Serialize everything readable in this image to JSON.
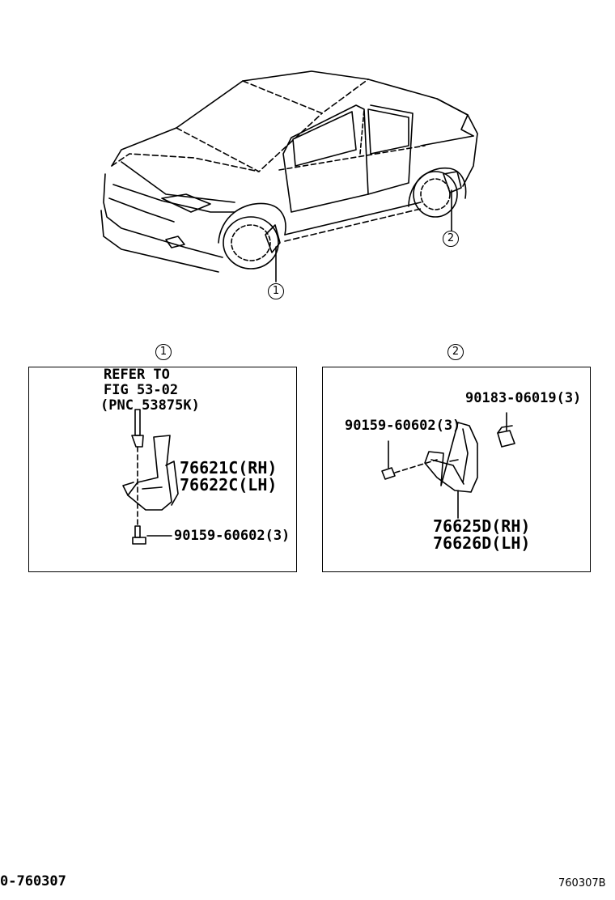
{
  "callouts": {
    "front": "1",
    "rear": "2"
  },
  "panel_front": {
    "refer_line1": "REFER TO",
    "refer_line2": "FIG 53-02",
    "refer_line3": "(PNC 53875K)",
    "part_rh": "76621C(RH)",
    "part_lh": "76622C(LH)",
    "screw": "90159-60602(3)"
  },
  "panel_rear": {
    "clip": "90183-06019(3)",
    "screw": "90159-60602(3)",
    "part_rh": "76625D(RH)",
    "part_lh": "76626D(LH)"
  },
  "footer": {
    "left_code": "0-760307",
    "right_code": "760307B"
  }
}
